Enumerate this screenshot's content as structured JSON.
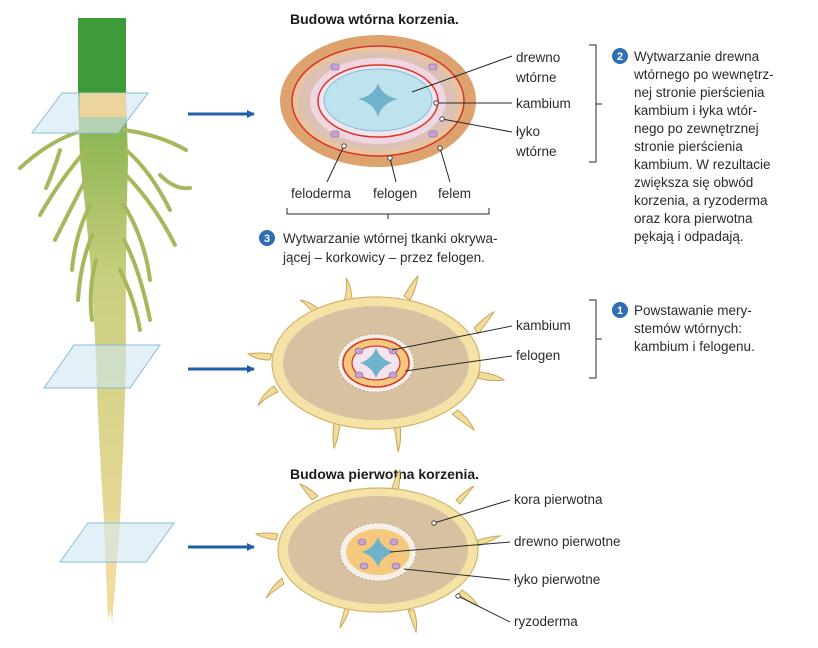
{
  "colors": {
    "arrow": "#1f5fa6",
    "badge": "#2f6db5",
    "red_ring": "#d9342b"
  },
  "top": {
    "title": "Budowa wtórna korzenia.",
    "labels": {
      "drewno_wtorne": [
        "drewno",
        "wtórne"
      ],
      "kambium": "kambium",
      "lyko_wtorne": [
        "łyko",
        "wtórne"
      ],
      "feloderma": "feloderma",
      "felogen": "felogen",
      "felem": "felem"
    },
    "note2": {
      "number": "2",
      "lines": [
        "Wytwarzanie drewna",
        "wtórnego po wewnętrz-",
        "nej stronie pierścienia",
        "kambium i łyka wtór-",
        "nego po zewnętrznej",
        "stronie pierścienia",
        "kambium. W rezultacie",
        "zwiększa się obwód",
        "korzenia, a ryzoderma",
        "oraz kora pierwotna",
        "pękają i odpadają."
      ]
    },
    "note3": {
      "number": "3",
      "lines": [
        "Wytwarzanie wtórnej tkanki okrywa-",
        "jącej – korkowicy – przez felogen."
      ]
    }
  },
  "middle": {
    "labels": {
      "kambium": "kambium",
      "felogen": "felogen"
    },
    "note1": {
      "number": "1",
      "lines": [
        "Powstawanie mery-",
        "stemów wtórnych:",
        "kambium i felogenu."
      ]
    }
  },
  "bottom": {
    "title": "Budowa pierwotna korzenia.",
    "labels": {
      "kora_pierwotna": "kora pierwotna",
      "drewno_pierwotne": "drewno pierwotne",
      "lyko_pierwotne": "łyko pierwotne",
      "ryzoderma": "ryzoderma"
    }
  }
}
